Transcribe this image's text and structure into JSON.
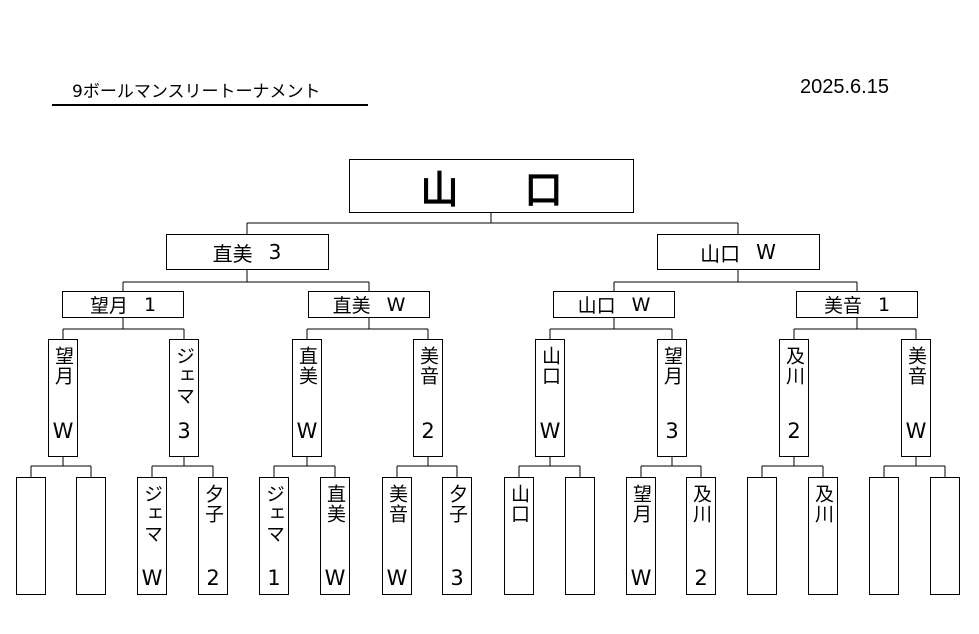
{
  "header": {
    "title": "9ボールマンスリートーナメント",
    "date": "2025.6.15"
  },
  "champion": {
    "name": "山　口"
  },
  "semifinal": [
    {
      "name": "直美",
      "result": "3"
    },
    {
      "name": "山口",
      "result": "W"
    }
  ],
  "quarterfinal": [
    {
      "name": "望月",
      "result": "1"
    },
    {
      "name": "直美",
      "result": "W"
    },
    {
      "name": "山口",
      "result": "W"
    },
    {
      "name": "美音",
      "result": "1"
    }
  ],
  "round2": [
    {
      "name": "望月",
      "result": "W"
    },
    {
      "name": "ジェマ",
      "result": "3"
    },
    {
      "name": "直美",
      "result": "W"
    },
    {
      "name": "美音",
      "result": "2"
    },
    {
      "name": "山口",
      "result": "W"
    },
    {
      "name": "望月",
      "result": "3"
    },
    {
      "name": "及川",
      "result": "2"
    },
    {
      "name": "美音",
      "result": "W"
    }
  ],
  "round1": [
    {
      "name": "",
      "result": ""
    },
    {
      "name": "",
      "result": ""
    },
    {
      "name": "ジェマ",
      "result": "W"
    },
    {
      "name": "夕子",
      "result": "2"
    },
    {
      "name": "ジェマ",
      "result": "1"
    },
    {
      "name": "直美",
      "result": "W"
    },
    {
      "name": "美音",
      "result": "W"
    },
    {
      "name": "夕子",
      "result": "3"
    },
    {
      "name": "山口",
      "result": ""
    },
    {
      "name": "",
      "result": ""
    },
    {
      "name": "望月",
      "result": "W"
    },
    {
      "name": "及川",
      "result": "2"
    },
    {
      "name": "",
      "result": ""
    },
    {
      "name": "及川",
      "result": ""
    },
    {
      "name": "",
      "result": ""
    },
    {
      "name": "",
      "result": ""
    }
  ]
}
